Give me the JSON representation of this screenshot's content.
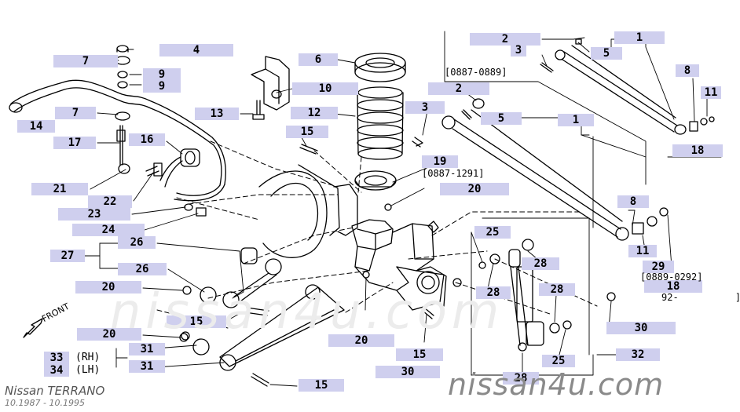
{
  "vehicle": "Nissan TERRANO",
  "period": "10.1987 - 10.1995",
  "watermark": "nissan4u.com",
  "front_label": "FRONT",
  "date_ranges": {
    "r1": "[0887-0889]",
    "r2": "[0887-1291]",
    "r3": "[0889-0292]",
    "r4": "92-          ]"
  },
  "side_labels": {
    "rh": "(RH)",
    "lh": "(LH)"
  },
  "callouts": {
    "c4": "4",
    "c7a": "7",
    "c9a": "9",
    "c9b": "9",
    "c7b": "7",
    "c14": "14",
    "c17": "17",
    "c16": "16",
    "c21": "21",
    "c22": "22",
    "c23": "23",
    "c24": "24",
    "c26a": "26",
    "c27": "27",
    "c26b": "26",
    "c20a": "20",
    "c15a": "15",
    "c20b": "20",
    "c33": "33",
    "c31a": "31",
    "c34": "34",
    "c31b": "31",
    "c15b": "15",
    "c6": "6",
    "c10": "10",
    "c13": "13",
    "c12": "12",
    "c15c": "15",
    "c3a": "3",
    "c2a": "2",
    "c19": "19",
    "c20c": "20",
    "c2b": "2",
    "c3b": "3",
    "c5a": "5",
    "c1a": "1",
    "c8a": "8",
    "c11a": "11",
    "c18a": "18",
    "c5b": "5",
    "c1b": "1",
    "c8b": "8",
    "c11b": "11",
    "c29": "29",
    "c18b": "18",
    "c25a": "25",
    "c28a": "28",
    "c28b": "28",
    "c28c": "28",
    "c20d": "20",
    "c15d": "15",
    "c30a": "30",
    "c30b": "30",
    "c32": "32",
    "c25b": "25",
    "c28d": "28"
  }
}
